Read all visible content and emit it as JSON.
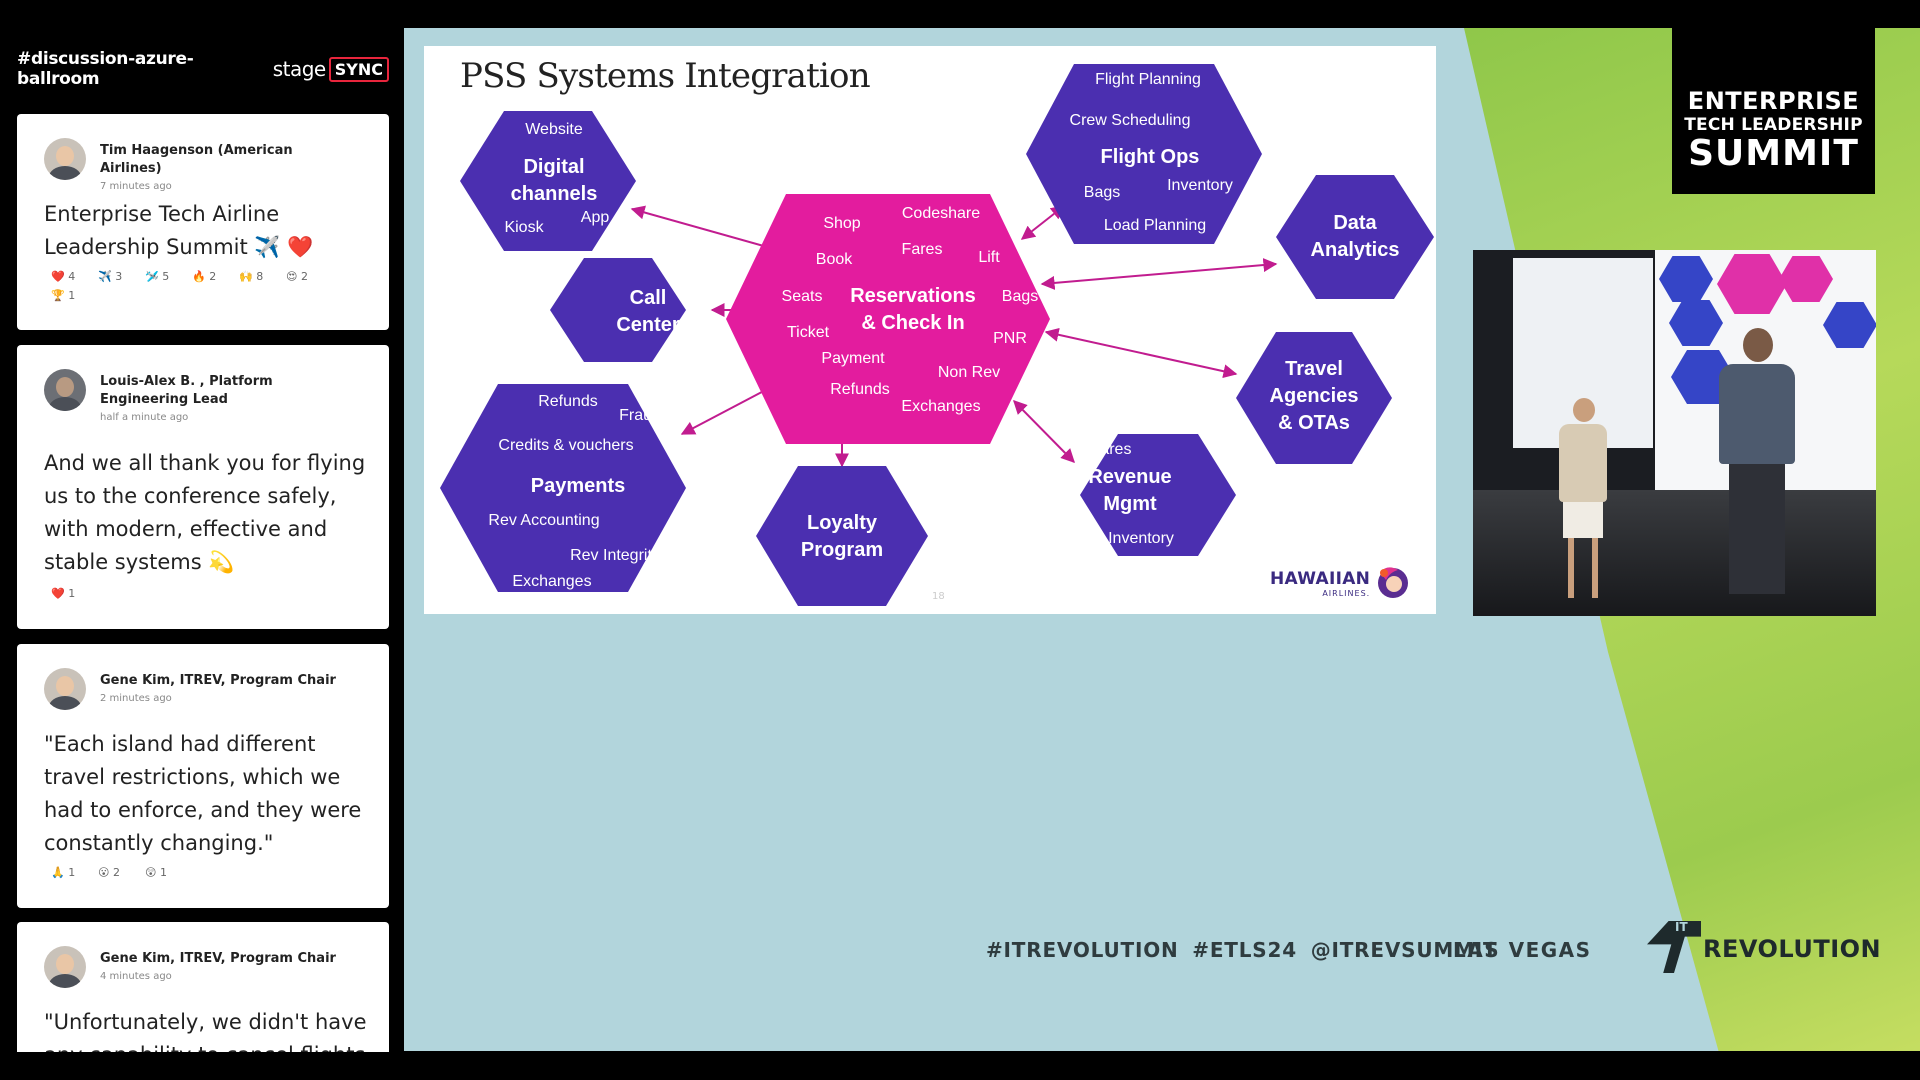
{
  "channel": {
    "name": "#discussion-azure-ballroom",
    "brand_stage": "stage",
    "brand_sync": "SYNC"
  },
  "posts": [
    {
      "author": "Tim Haagenson (American Airlines)",
      "time": "7 minutes ago",
      "message": "Enterprise Tech Airline Leadership Summit ✈️ ❤️",
      "reactions": [
        "❤️ 4",
        "✈️ 3",
        "🛩️ 5",
        "🔥 2",
        "🙌 8",
        "😍 2",
        "🏆 1"
      ]
    },
    {
      "author": "Louis-Alex B. , Platform Engineering Lead",
      "time": "half a minute ago",
      "message": "And we all thank you for flying us to the conference safely, with modern, effective and stable systems 💫",
      "reactions": [
        "❤️ 1"
      ]
    },
    {
      "author": "Gene Kim, ITREV, Program Chair",
      "time": "2 minutes ago",
      "message": "\"Each island had different travel restrictions, which we had to enforce, and they were constantly changing.\"",
      "reactions": [
        "🙏 1",
        "😮 2",
        "😲 1"
      ]
    },
    {
      "author": "Gene Kim, ITREV, Program Chair",
      "time": "4 minutes ago",
      "message": "\"Unfortunately, we didn't have any capability to cancel flights",
      "reactions": []
    }
  ],
  "slide": {
    "title": "PSS Systems Integration",
    "number": "18",
    "airline_name": "HAWAIIAN",
    "airline_sub": "AIRLINES.",
    "nodes": {
      "digital": {
        "title_1": "Digital",
        "title_2": "channels",
        "labels": [
          "Website",
          "Kiosk",
          "App"
        ]
      },
      "call_center": {
        "title_1": "Call",
        "title_2": "Center"
      },
      "payments": {
        "title": "Payments",
        "labels": [
          "Refunds",
          "Fraud",
          "Credits & vouchers",
          "Rev Accounting",
          "Rev Integrity",
          "Exchanges"
        ]
      },
      "reservations": {
        "title_1": "Reservations",
        "title_2": "& Check In",
        "labels": [
          "Shop",
          "Codeshare",
          "Fares",
          "Book",
          "Lift",
          "Seats",
          "Bags",
          "Ticket",
          "PNR",
          "Payment",
          "Non Rev",
          "Refunds",
          "Exchanges"
        ]
      },
      "loyalty": {
        "title_1": "Loyalty",
        "title_2": "Program"
      },
      "flight_ops": {
        "title": "Flight Ops",
        "labels": [
          "Flight Planning",
          "Crew Scheduling",
          "Bags",
          "Inventory",
          "Load Planning"
        ]
      },
      "data_analytics": {
        "title_1": "Data",
        "title_2": "Analytics"
      },
      "travel_agencies": {
        "title_1": "Travel",
        "title_2": "Agencies",
        "title_3": "& OTAs"
      },
      "revenue": {
        "title_1": "Revenue",
        "title_2": "Mgmt",
        "labels": [
          "Fares",
          "Inventory"
        ]
      }
    }
  },
  "summit": {
    "line1": "ENTERPRISE",
    "line2": "TECH LEADERSHIP",
    "line3": "SUMMIT"
  },
  "footer": {
    "hashtags": "#ITREVOLUTION #ETLS24 @ITREVSUMMIT",
    "location": "LAS VEGAS",
    "org_mark": "IT",
    "org_name": "REVOLUTION"
  },
  "colors": {
    "hex_purple": "#4b2fb0",
    "hex_magenta": "#e31c9e",
    "stage_blue": "#b2d5dc",
    "stage_green": "#8fc74a",
    "sync_red": "#e8253c"
  }
}
